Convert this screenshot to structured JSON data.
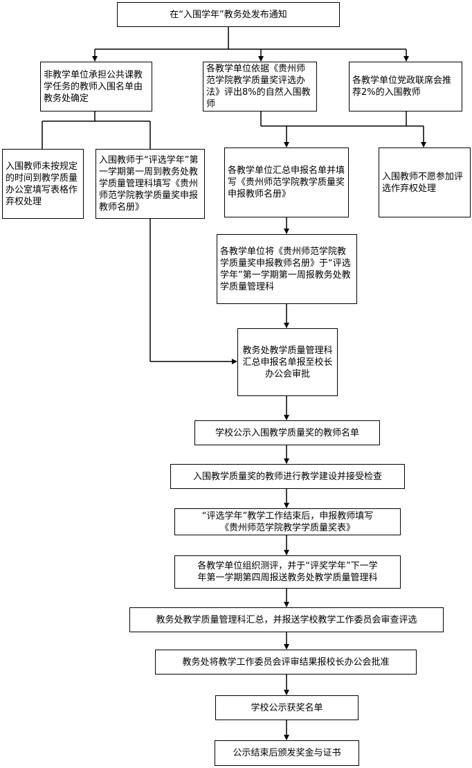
{
  "boxes": {
    "top": "在“入围学年”教务处发布通知",
    "left": "非教学单位承担公共课教学任务的教师入围名单由教务处确定",
    "mid": "各教学单位依据《贵州师范学院教学质量奖评选办法》评出8%的自然入围教师",
    "right": "各教学单位党政联席会推荐2%的入围教师",
    "left_left": "入围教师未按规定的时间到教学质量办公室填写表格作弃权处理",
    "left_right": "入围教师于“评选学年”第一学期第一周到教务处教学质量管理科填写《贵州师范学院教学质量奖申报教师名册》",
    "mid2": "各教学单位汇总申报名单并填写《贵州师范学院教学质量奖申报教师名册》",
    "right2": "入围教师不愿参加评选作弃权处理",
    "mid3": "各教学单位将《贵州师范学院教学质量奖申报教师名册》于“评选学年”第一学期第一周报教务处教学质量管理科",
    "mid4": "教务处教学质量管理科汇总申报名单报至校长办公会审批",
    "step1": "学校公示入围教学质量奖的教师名单",
    "step2": "入围教学质量奖的教师进行教学建设并接受检查",
    "step3_line1": "“评选学年”教学工作结束后，申报教师填写",
    "step3_line2": "《贵州师范学院教学学质量奖表》",
    "step4_line1": "各教学单位组织测评，并于“评奖学年”下一学",
    "step4_line2": "年第一学期第四周报送教务处教学质量管理科",
    "step5": "教务处教学质量管理科汇总，并报送学校教学工作委员会审查评选",
    "step6": "教务处将教学工作委员会评审结果报校长办公会批准",
    "step7": "学校公示获奖名单",
    "step8": "公示结束后颁发奖金与证书"
  }
}
